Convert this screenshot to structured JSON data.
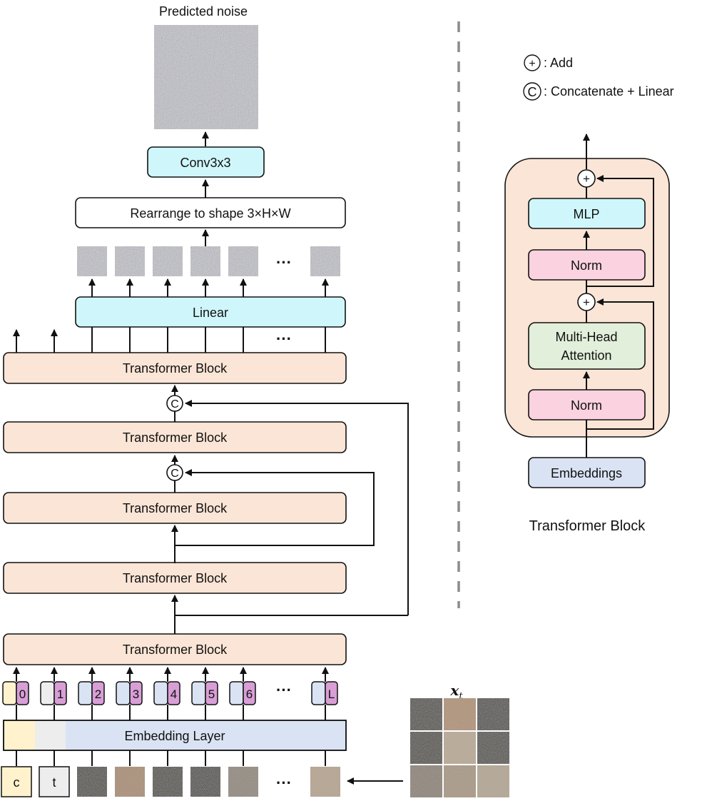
{
  "output": {
    "title": "Predicted noise",
    "conv_label": "Conv3x3",
    "rearrange_label": "Rearrange to shape 3×H×W",
    "linear_label": "Linear",
    "ellipsis": "···"
  },
  "backbone": {
    "blocks": [
      {
        "label": "Transformer Block"
      },
      {
        "label": "Transformer Block"
      },
      {
        "label": "Transformer Block"
      },
      {
        "label": "Transformer Block"
      },
      {
        "label": "Transformer Block"
      }
    ],
    "concat_symbol": "C"
  },
  "tokens": {
    "indices": [
      "0",
      "1",
      "2",
      "3",
      "4",
      "5",
      "6",
      "L"
    ],
    "embedding_label": "Embedding Layer",
    "inputs": [
      "c",
      "t"
    ],
    "ellipsis": "···",
    "image_label": "x",
    "image_label_sub": "t"
  },
  "legend": {
    "add_symbol": "+",
    "add_label": ": Add",
    "concat_symbol": "C",
    "concat_label": ": Concatenate + Linear"
  },
  "detail": {
    "title": "Transformer Block",
    "mlp_label": "MLP",
    "norm_top_label": "Norm",
    "attention_line1": "Multi-Head",
    "attention_line2": "Attention",
    "norm_bottom_label": "Norm",
    "embeddings_label": "Embeddings",
    "add_symbol": "+"
  },
  "colors": {
    "transformer": "#fbe5d6",
    "cyan": "#cff6fb",
    "embedding": "#dae3f3",
    "cond_c": "#fff2cc",
    "cond_t": "#ededed",
    "index": "#d89ed6",
    "norm": "#fad2e0",
    "attention": "#e2efda",
    "dashed": "#8c8c8c"
  }
}
